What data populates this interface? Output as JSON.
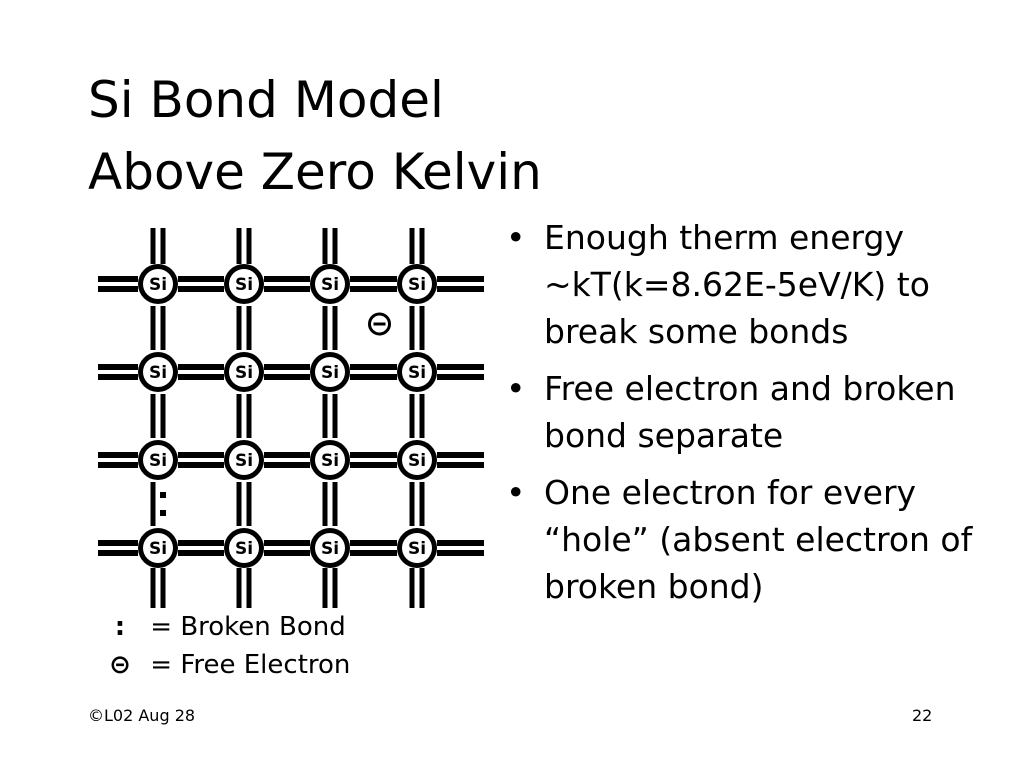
{
  "slide": {
    "title_line1": "Si Bond Model",
    "title_line2": "Above Zero Kelvin"
  },
  "lattice": {
    "rows": 4,
    "cols": 4,
    "atom_label": "Si",
    "broken_bond": {
      "row": 2,
      "col": 0,
      "direction": "below"
    },
    "free_electron": {
      "row": 0,
      "col": 2,
      "position": "below-right"
    },
    "free_electron_symbol": "⊝"
  },
  "legend": {
    "broken_bond_symbol": ":",
    "broken_bond_text": "= Broken Bond",
    "free_electron_symbol": "⊝",
    "free_electron_text": "= Free Electron"
  },
  "bullets": [
    "Enough therm energy ~kT(k=8.62E-5eV/K) to break some bonds",
    "Free electron and broken bond separate",
    "One electron for every “hole” (absent electron of broken bond)"
  ],
  "bullet_char": "•",
  "footer": {
    "copyright": "©L02 Aug 28",
    "page_number": "22"
  }
}
